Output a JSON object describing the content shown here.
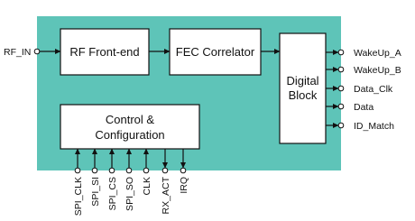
{
  "colors": {
    "chip_fill": "#5ec4b8",
    "block_fill": "#ffffff",
    "line": "#111111",
    "port_fill": "#ffffff"
  },
  "input_pin": "RF_IN",
  "blocks": {
    "rf_frontend": "RF Front-end",
    "fec_correlator": "FEC Correlator",
    "digital_block": [
      "Digital",
      "Block"
    ],
    "control_config": [
      "Control &",
      "Configuration"
    ]
  },
  "right_pins": [
    "WakeUp_A",
    "WakeUp_B",
    "Data_Clk",
    "Data",
    "ID_Match"
  ],
  "bottom_pins": [
    "SPI_CLK",
    "SPI_SI",
    "SPI_CS",
    "SPI_SO",
    "CLK",
    "RX_ACT",
    "IRQ"
  ]
}
